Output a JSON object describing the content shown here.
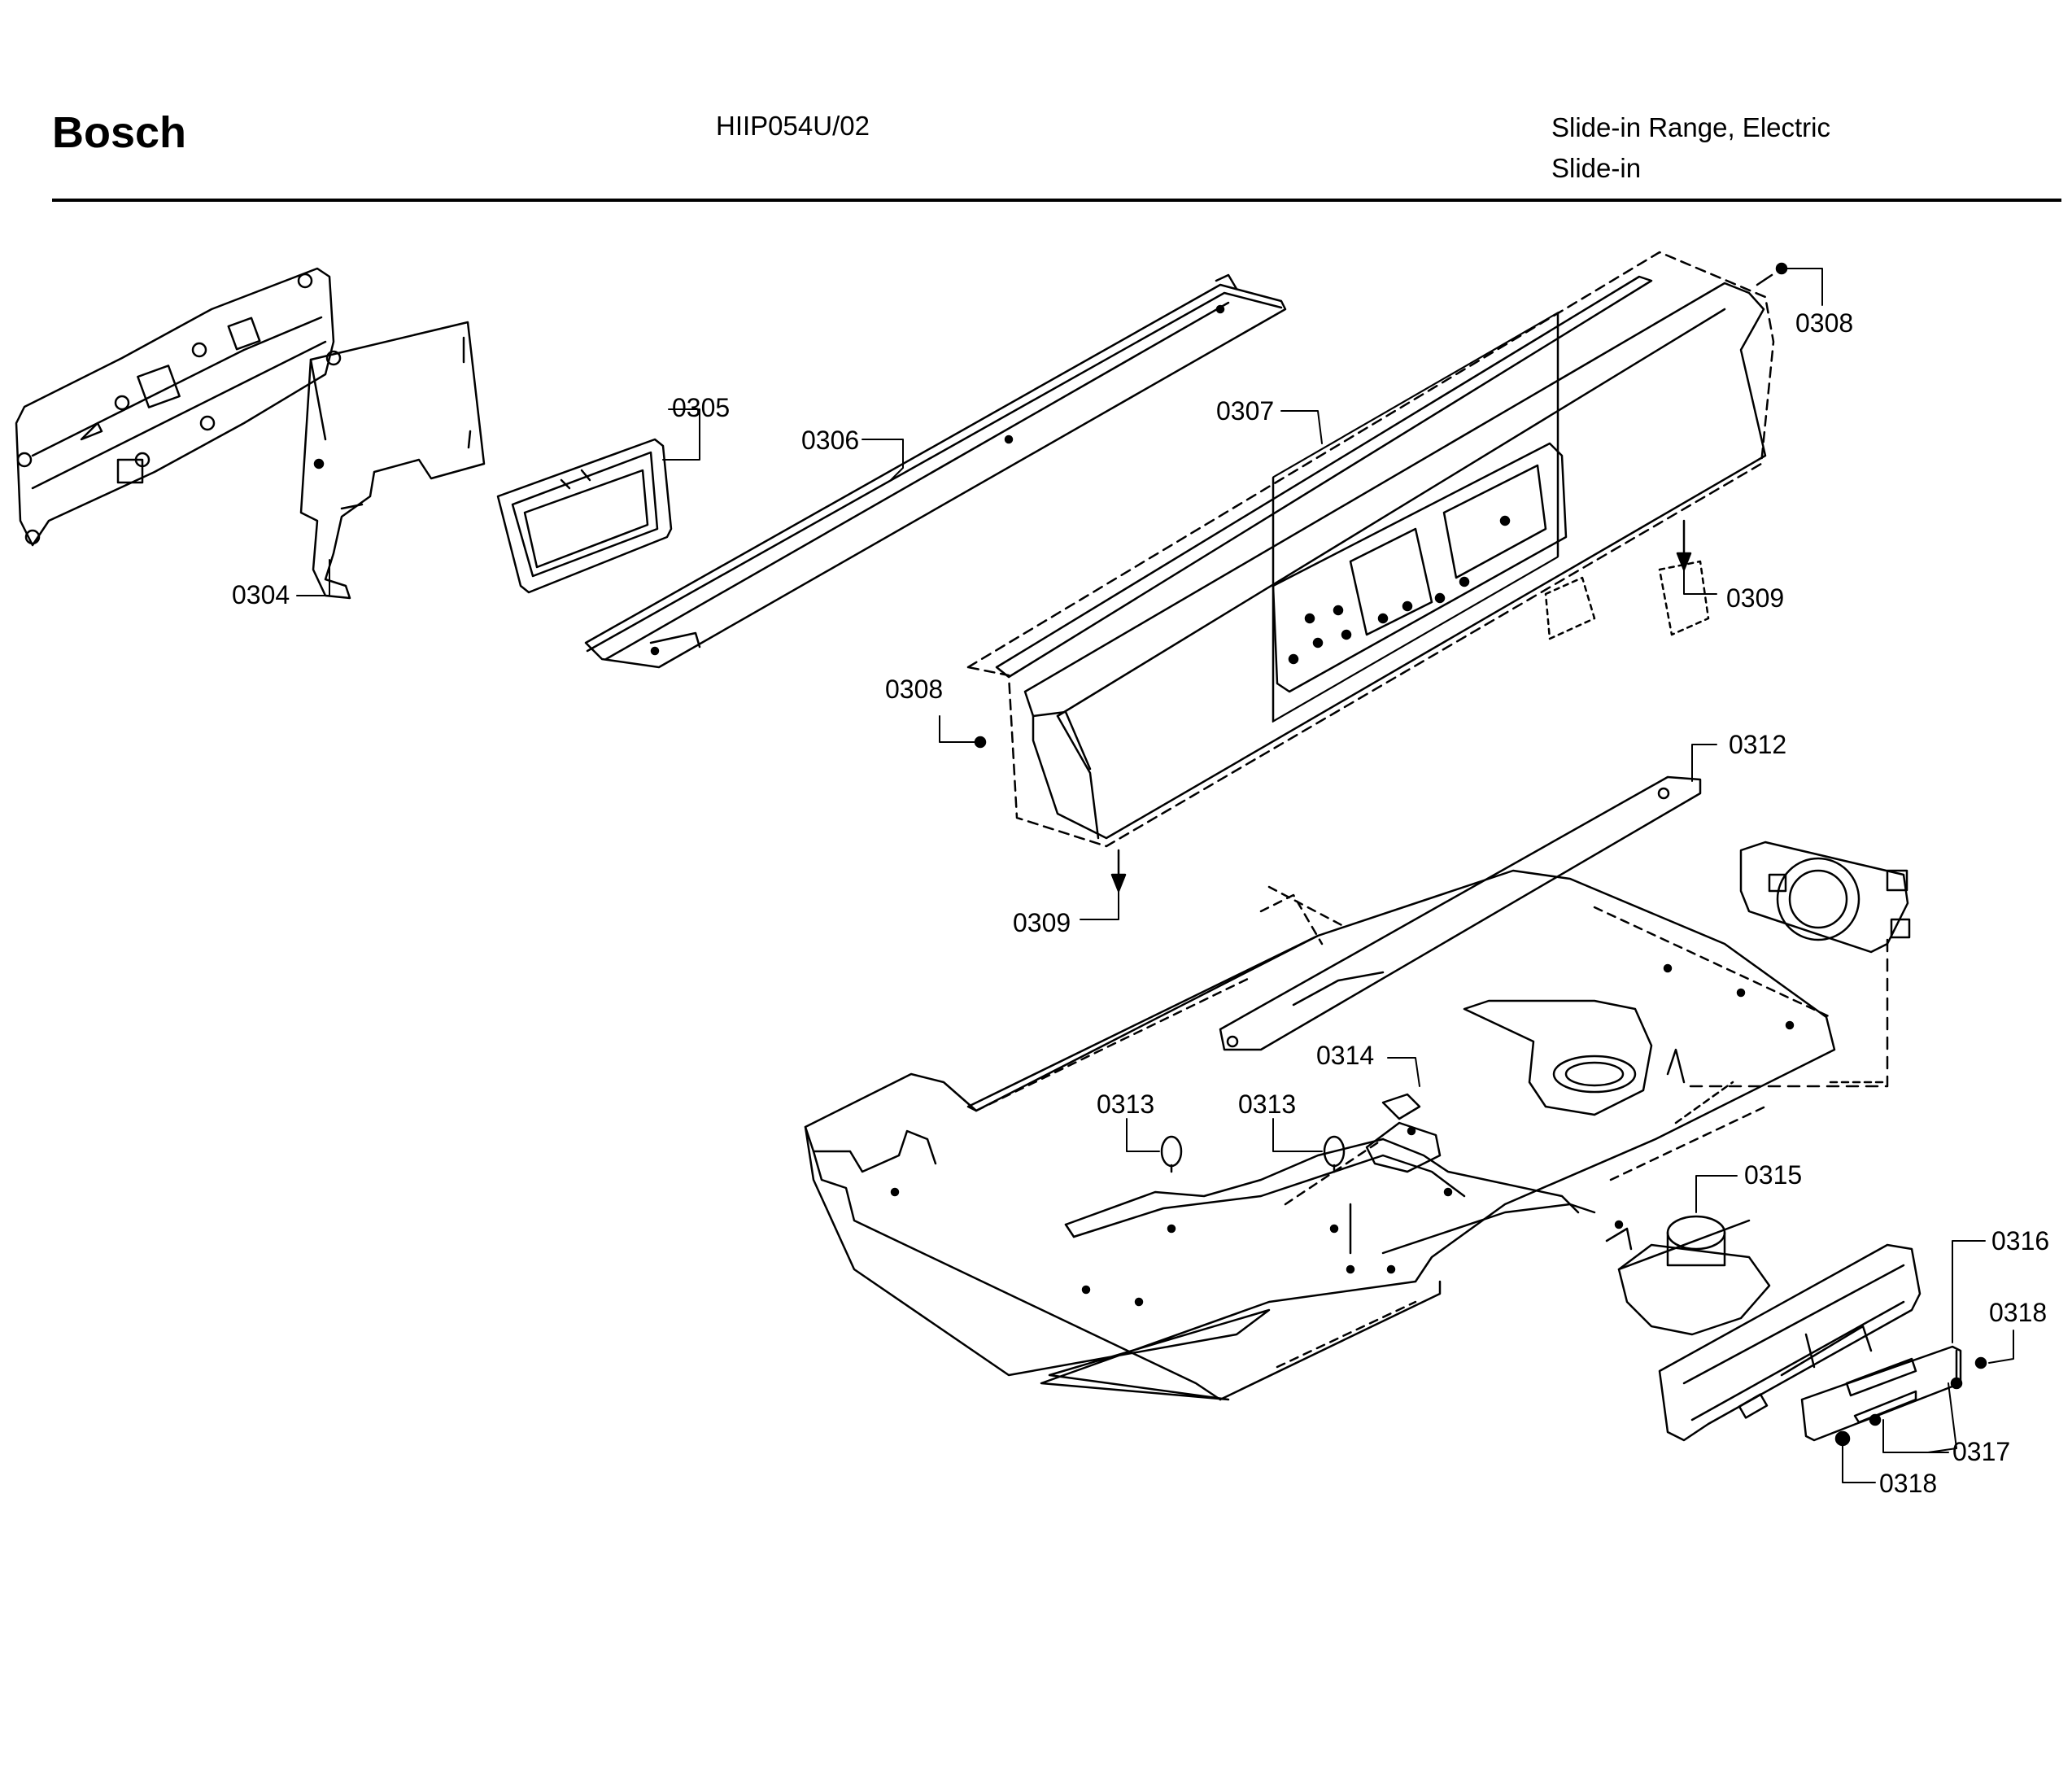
{
  "header": {
    "brand": "Bosch",
    "model": "HIIP054U/02",
    "description_line1": "Slide-in Range, Electric",
    "description_line2": "Slide-in"
  },
  "callouts": [
    {
      "id": "c0304",
      "label": "0304"
    },
    {
      "id": "c0305",
      "label": "0305"
    },
    {
      "id": "c0306",
      "label": "0306"
    },
    {
      "id": "c0307",
      "label": "0307"
    },
    {
      "id": "c0308a",
      "label": "0308"
    },
    {
      "id": "c0308b",
      "label": "0308"
    },
    {
      "id": "c0309a",
      "label": "0309"
    },
    {
      "id": "c0309b",
      "label": "0309"
    },
    {
      "id": "c0312",
      "label": "0312"
    },
    {
      "id": "c0313a",
      "label": "0313"
    },
    {
      "id": "c0313b",
      "label": "0313"
    },
    {
      "id": "c0314",
      "label": "0314"
    },
    {
      "id": "c0315",
      "label": "0315"
    },
    {
      "id": "c0316",
      "label": "0316"
    },
    {
      "id": "c0317",
      "label": "0317"
    },
    {
      "id": "c0318a",
      "label": "0318"
    },
    {
      "id": "c0318b",
      "label": "0318"
    }
  ]
}
